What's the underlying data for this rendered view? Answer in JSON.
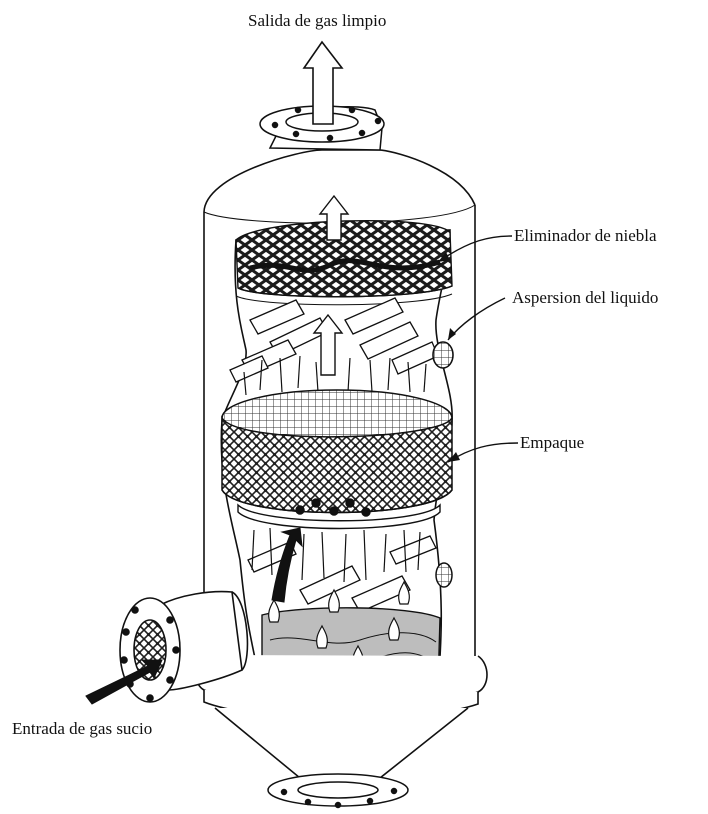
{
  "labels": {
    "outlet": "Salida de gas limpio",
    "mist_eliminator": "Eliminador de niebla",
    "liquid_spray": "Aspersion del liquido",
    "packing": "Empaque",
    "inlet": "Entrada de gas sucio"
  },
  "colors": {
    "ink": "#111111",
    "paper": "#ffffff",
    "mesh_dark": "#2a2a2a",
    "liquid_pool": "#bdbdbd"
  },
  "icons": {
    "flow_arrow": "up-arrow-icon",
    "spray_nozzle": "nozzle-icon"
  }
}
